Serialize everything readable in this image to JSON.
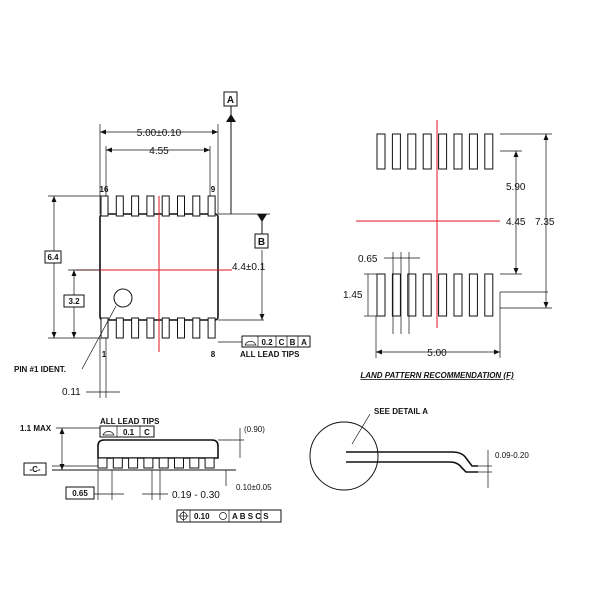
{
  "datum_labels": {
    "a": "A",
    "b": "B",
    "c": "-C-"
  },
  "top_view": {
    "body_width": "5.00±0.10",
    "lead_span": "4.55",
    "pin16": "16",
    "pin9": "9",
    "pin1": "1",
    "pin8": "8",
    "overall_height": "6.4",
    "half_height": "3.2",
    "body_height": "4.4±0.1",
    "pin1_ident": "PIN #1 IDENT.",
    "lead_width": "0.11",
    "flatness_value": "0.2",
    "flatness_ref": "C",
    "flatness_ref2": "B",
    "flatness_ref3": "A",
    "all_lead_tips": "ALL LEAD TIPS"
  },
  "land_pattern": {
    "span": "5.90",
    "inner": "4.45",
    "outer": "7.35",
    "pitch": "0.65",
    "pad_length": "1.45",
    "width": "5.00",
    "caption": "LAND PATTERN RECOMMENDATION (F)"
  },
  "side_view": {
    "max_height": "1.1 MAX",
    "all_lead_tips": "ALL LEAD TIPS",
    "coplanarity_value": "0.1",
    "coplanarity_ref": "C",
    "standoff_ref": "(0.90)",
    "pitch": "0.65",
    "lead_thickness": "0.19 - 0.30",
    "standoff": "0.10±0.05",
    "position_tol": "0.10",
    "position_refs": "A B S C S"
  },
  "detail": {
    "see_detail": "SEE DETAIL A",
    "foot_range": "0.09-0.20"
  }
}
